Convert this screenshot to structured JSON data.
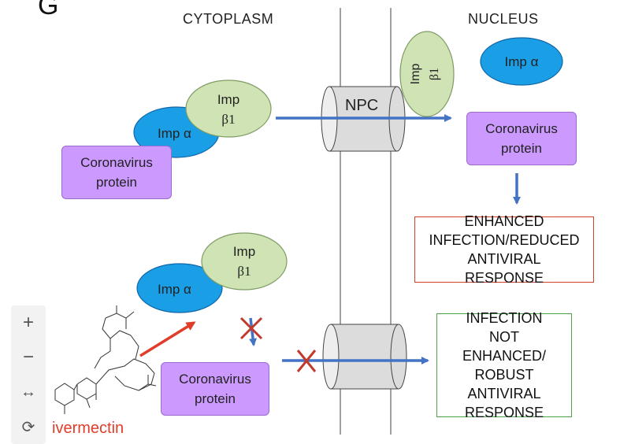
{
  "panel_label": "G",
  "regions": {
    "cytoplasm": "CYTOPLASM",
    "nucleus": "NUCLEUS"
  },
  "pore_label": "NPC",
  "importins": {
    "alpha": "Imp α",
    "beta_line1": "Imp",
    "beta_line2": "β1",
    "beta_rotated_line1": "Imp",
    "beta_rotated_line2": "β1"
  },
  "protein_label": "Coronavirus\nprotein",
  "outcomes": {
    "top": "ENHANCED\nINFECTION/REDUCED\nANTIVIRAL\nRESPONSE",
    "bottom": "INFECTION\nNOT\nENHANCED/\nROBUST\nANTIVIRAL\nRESPONSE"
  },
  "drug_label": "ivermectin",
  "colors": {
    "imp_alpha_fill": "#1a9fe6",
    "imp_beta_fill": "#cfe3b4",
    "protein_fill": "#cc99ff",
    "arrow_blue": "#4472c4",
    "block_red": "#c0392b",
    "drug_red": "#e03d2a",
    "pore_fill": "#dcdcdc"
  },
  "zoom_controls": [
    "zoom-in",
    "zoom-out",
    "fit-width",
    "reset"
  ]
}
